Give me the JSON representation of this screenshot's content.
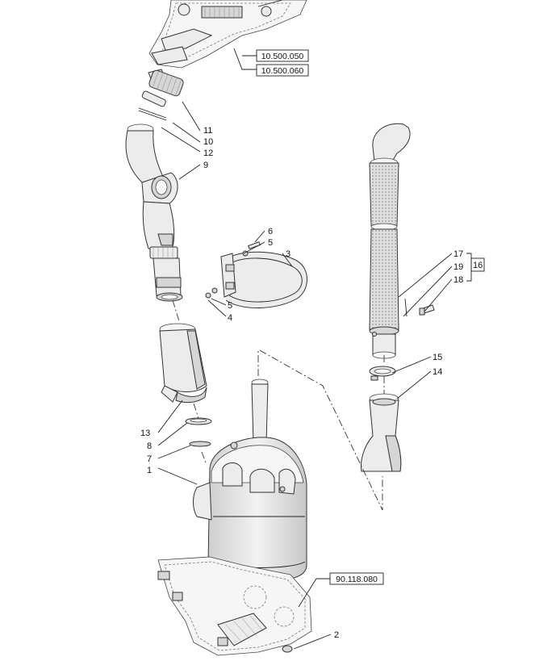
{
  "callouts": [
    "1",
    "2",
    "3",
    "4",
    "5",
    "5",
    "6",
    "7",
    "8",
    "9",
    "10",
    "11",
    "12",
    "13",
    "14",
    "15",
    "16",
    "17",
    "18",
    "19"
  ],
  "references": [
    "10.500.050",
    "10.500.060",
    "90.118.080"
  ]
}
